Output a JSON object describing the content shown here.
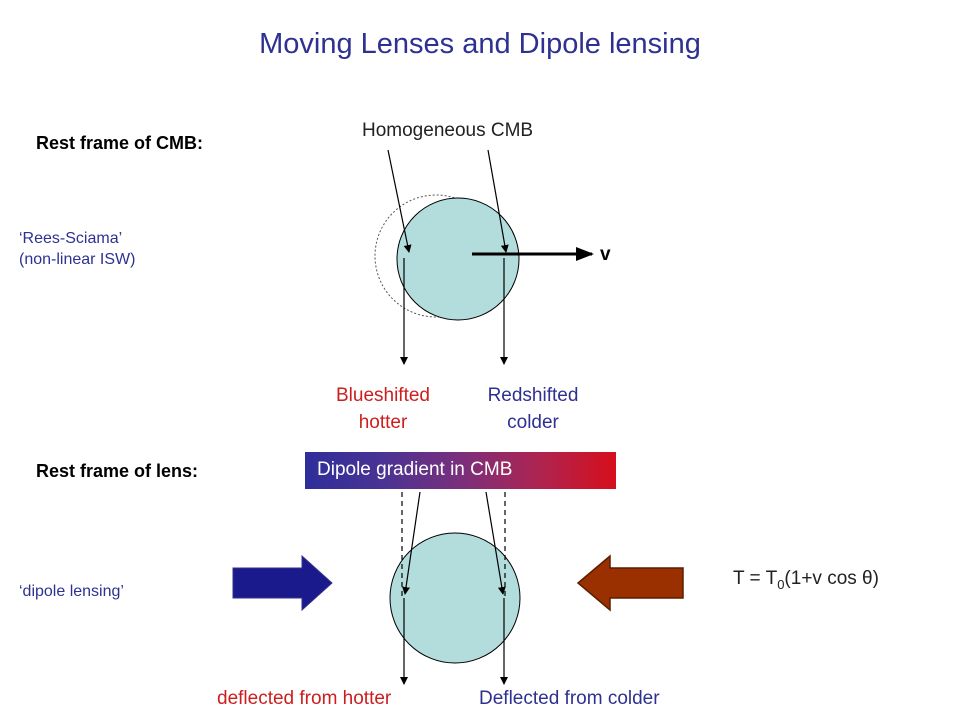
{
  "title": "Moving Lenses and Dipole lensing",
  "top_panel": {
    "frame_label": "Rest frame of CMB:",
    "note_line1": "‘Rees-Sciama’",
    "note_line2": "(non-linear ISW)",
    "cmb_label": "Homogeneous  CMB",
    "velocity_label": "v",
    "left_line1": "Blueshifted",
    "left_line2": "hotter",
    "right_line1": "Redshifted",
    "right_line2": "colder"
  },
  "bottom_panel": {
    "frame_label": "Rest frame of lens:",
    "gradient_label": "Dipole gradient in CMB",
    "note": "‘dipole lensing’",
    "formula_prefix": "T = T",
    "formula_sub": "0",
    "formula_suffix": "(1+v cos θ)",
    "left_caption": "deflected from hotter",
    "right_caption": "Deflected from colder"
  },
  "colors": {
    "title": "#2e3192",
    "hot": "#cc1e1e",
    "cold": "#2e3192",
    "lens_fill": "#b3dcdc",
    "left_arrow": "#1a1a8c",
    "right_arrow": "#9a3000"
  }
}
